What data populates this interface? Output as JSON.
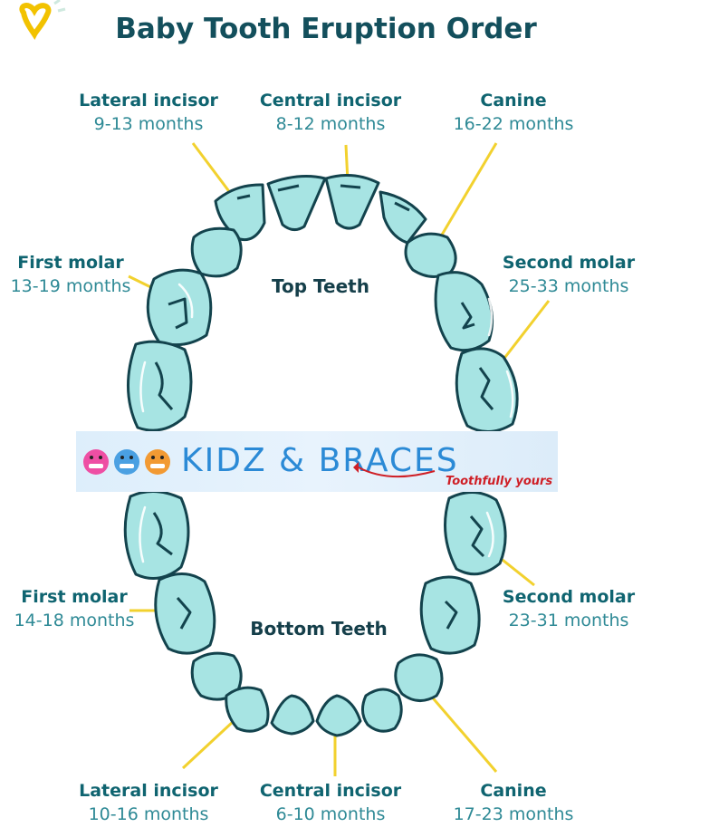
{
  "title": "Baby Tooth Eruption Order",
  "top_section": "Top Teeth",
  "bottom_section": "Bottom Teeth",
  "labels": {
    "top_lateral": {
      "name": "Lateral incisor",
      "months": "9-13 months"
    },
    "top_central": {
      "name": "Central incisor",
      "months": "8-12 months"
    },
    "top_canine": {
      "name": "Canine",
      "months": "16-22 months"
    },
    "top_first_molar": {
      "name": "First molar",
      "months": "13-19 months"
    },
    "top_second_molar": {
      "name": "Second molar",
      "months": "25-33 months"
    },
    "bottom_first_molar": {
      "name": "First molar",
      "months": "14-18 months"
    },
    "bottom_second_molar": {
      "name": "Second molar",
      "months": "23-31 months"
    },
    "bottom_lateral": {
      "name": "Lateral incisor",
      "months": "10-16 months"
    },
    "bottom_central": {
      "name": "Central incisor",
      "months": "6-10 months"
    },
    "bottom_canine": {
      "name": "Canine",
      "months": "17-23 months"
    }
  },
  "watermark": {
    "brand": "KIDZ & BRACES",
    "tagline": "Toothfully yours"
  },
  "colors": {
    "tooth_fill": "#a7e4e3",
    "tooth_stroke": "#13434d",
    "leader_line": "#f2d12e",
    "label_name": "#0f6470",
    "label_months": "#2f8a96",
    "title": "#134f5c",
    "logo_heart": "#f2c200"
  }
}
